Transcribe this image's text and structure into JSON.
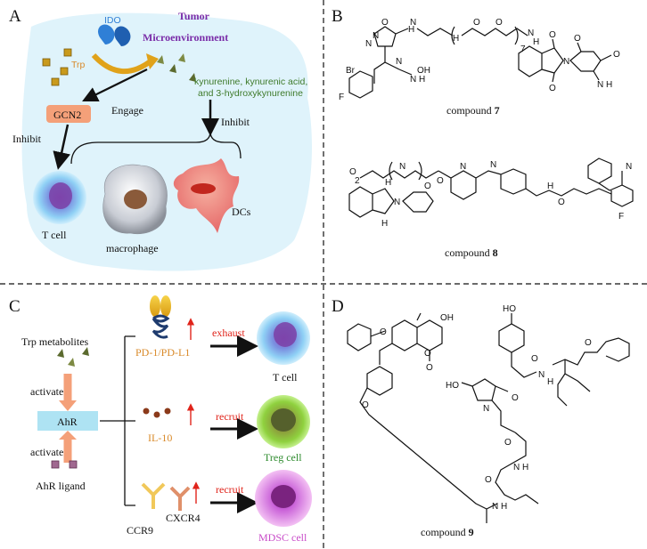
{
  "panels": {
    "A": {
      "letter": "A",
      "enzyme": "IDO",
      "microenv_line1": "Tumor",
      "microenv_line2": "Microenvironment",
      "substrate": "Trp",
      "metabolites_line1": "kynurenine, kynurenic acid,",
      "metabolites_line2": "and 3-hydroxykynurenine",
      "engage": "Engage",
      "gcn2": "GCN2",
      "inhibit_left": "Inhibit",
      "inhibit_right": "Inhibit",
      "cells": [
        "T cell",
        "macrophage",
        "DCs"
      ]
    },
    "B": {
      "letter": "B",
      "compound7_prefix": "compound ",
      "compound7_num": "7",
      "compound8_prefix": "compound ",
      "compound8_num": "8",
      "atoms": [
        "N",
        "O",
        "N",
        "H",
        "N",
        "H",
        "O",
        "O",
        "7",
        "N",
        "H",
        "Br",
        "F",
        "N",
        "H",
        "N",
        "OH",
        "O",
        "O",
        "N",
        "O",
        "N",
        "H",
        "O",
        "O",
        "2",
        "N",
        "O",
        "O",
        "N",
        "N",
        "H",
        "O",
        "N",
        "F",
        "H",
        "H"
      ]
    },
    "C": {
      "letter": "C",
      "trp_metabolites": "Trp metabolites",
      "activate_top": "activate",
      "ahr": "AhR",
      "activate_bottom": "activate",
      "ahr_ligand": "AhR ligand",
      "pd": "PD-1/PD-L1",
      "il10": "IL-10",
      "ccr9": "CCR9",
      "cxcr4": "CXCR4",
      "exhaust": "exhaust",
      "recruit1": "recruit",
      "recruit2": "recruit",
      "tcell": "T cell",
      "treg": "Treg cell",
      "mdsc": "MDSC cell"
    },
    "D": {
      "letter": "D",
      "compound9_prefix": "compound ",
      "compound9_num": "9",
      "atoms": [
        "O",
        "O",
        "OH",
        "O",
        "O",
        "HO",
        "HO",
        "N",
        "O",
        "O",
        "N",
        "H",
        "O",
        "O",
        "N",
        "H",
        "O",
        "N",
        "H"
      ]
    }
  },
  "colors": {
    "microenv_bg": "#dff3fb",
    "ido_blue": "#2f7fd6",
    "purple_text": "#7a2ca8",
    "green_text": "#3e7a2a",
    "orange_text": "#d98a2a",
    "gcn2_fill": "#f4a079",
    "ahr_fill": "#aee3f3",
    "red": "#e0241b"
  }
}
